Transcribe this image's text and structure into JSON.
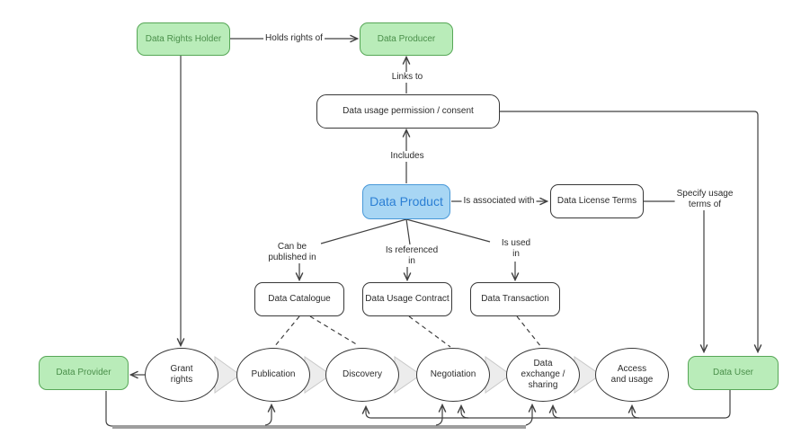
{
  "colors": {
    "green-fill": "#b9ecb9",
    "green-stroke": "#57a757",
    "green-text": "#4a8f4a",
    "blue-fill": "#a8d6f4",
    "blue-stroke": "#4898d8",
    "blue-text": "#2b7fd4",
    "node-stroke": "#383838",
    "node-text": "#2b2b2b",
    "edge": "#404040",
    "bar": "#9e9e9e",
    "chevron-fill": "#ececec",
    "chevron-stroke": "#c9c9c9"
  },
  "nodes": {
    "data_rights_holder": {
      "label": "Data Rights Holder"
    },
    "data_producer": {
      "label": "Data Producer"
    },
    "data_usage_permission": {
      "label": "Data usage permission / consent"
    },
    "data_product": {
      "label": "Data Product"
    },
    "data_license_terms": {
      "label": "Data License Terms"
    },
    "data_catalogue": {
      "label": "Data Catalogue"
    },
    "data_usage_contract": {
      "label": "Data Usage Contract"
    },
    "data_transaction": {
      "label": "Data Transaction"
    },
    "data_provider": {
      "label": "Data Provider"
    },
    "data_user": {
      "label": "Data User"
    }
  },
  "steps": {
    "grant_rights": {
      "label": "Grant\nrights"
    },
    "publication": {
      "label": "Publication"
    },
    "discovery": {
      "label": "Discovery"
    },
    "negotiation": {
      "label": "Negotiation"
    },
    "data_exchange": {
      "label": "Data\nexchange /\nsharing"
    },
    "access_usage": {
      "label": "Access\nand usage"
    }
  },
  "edge_labels": {
    "holds_rights_of": "Holds rights of",
    "links_to": "Links to",
    "includes": "Includes",
    "is_associated_with": "Is associated with",
    "specify_usage_terms": "Specify usage\nterms of",
    "can_be_published_in": "Can be\npublished in",
    "is_referenced_in": "Is referenced\nin",
    "is_used_in": "Is used\nin"
  }
}
